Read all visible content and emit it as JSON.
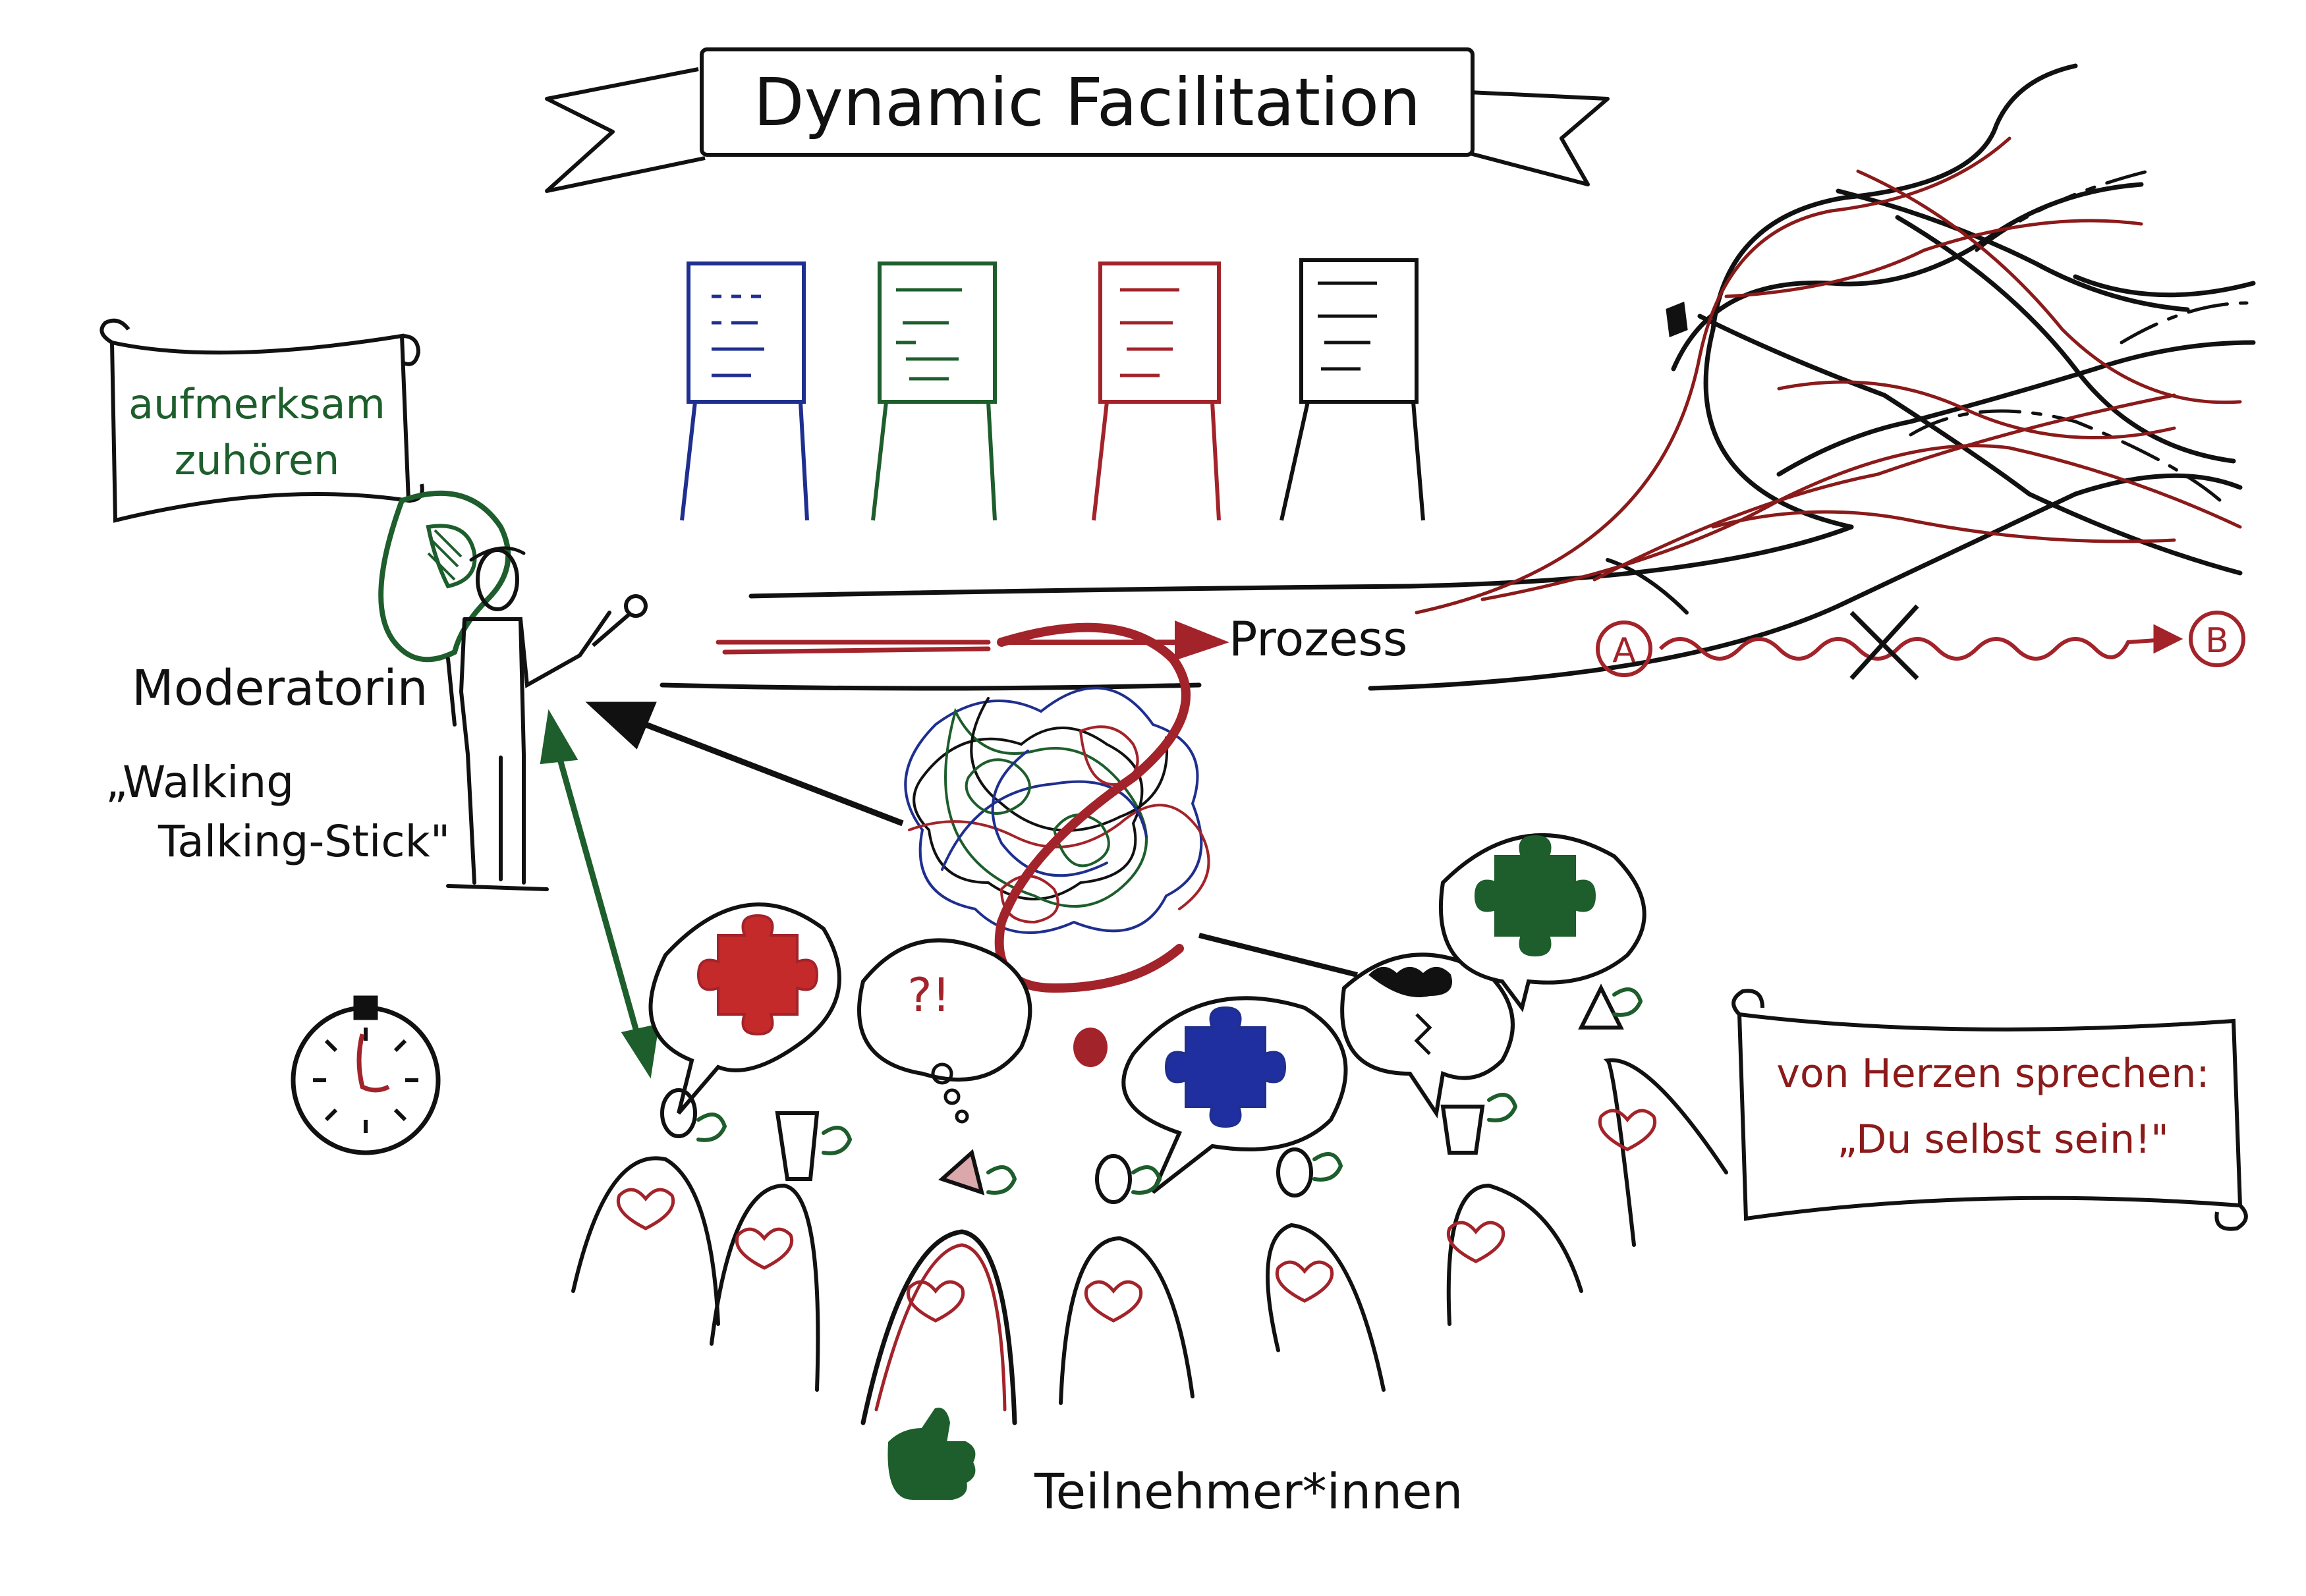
{
  "title": "Dynamic Facilitation",
  "listen_banner": {
    "line1": "aufmerksam",
    "line2": "zuhören"
  },
  "facilitator": {
    "label": "Moderatorin",
    "stick_line1": "„Walking",
    "stick_line2": "Talking-Stick\""
  },
  "process_label": "Prozess",
  "path_point_a": "A",
  "path_point_b": "B",
  "speech_banner": {
    "line1": "von Herzen sprechen:",
    "line2": "„Du selbst sein!\""
  },
  "participants_label": "Teilnehmer*innen",
  "bubble_exclaim": "?!",
  "colors": {
    "ink": "#111111",
    "green": "#1d5e2c",
    "red": "#a3232a",
    "darkred": "#8b1a1a",
    "blue": "#1f2f8f"
  }
}
